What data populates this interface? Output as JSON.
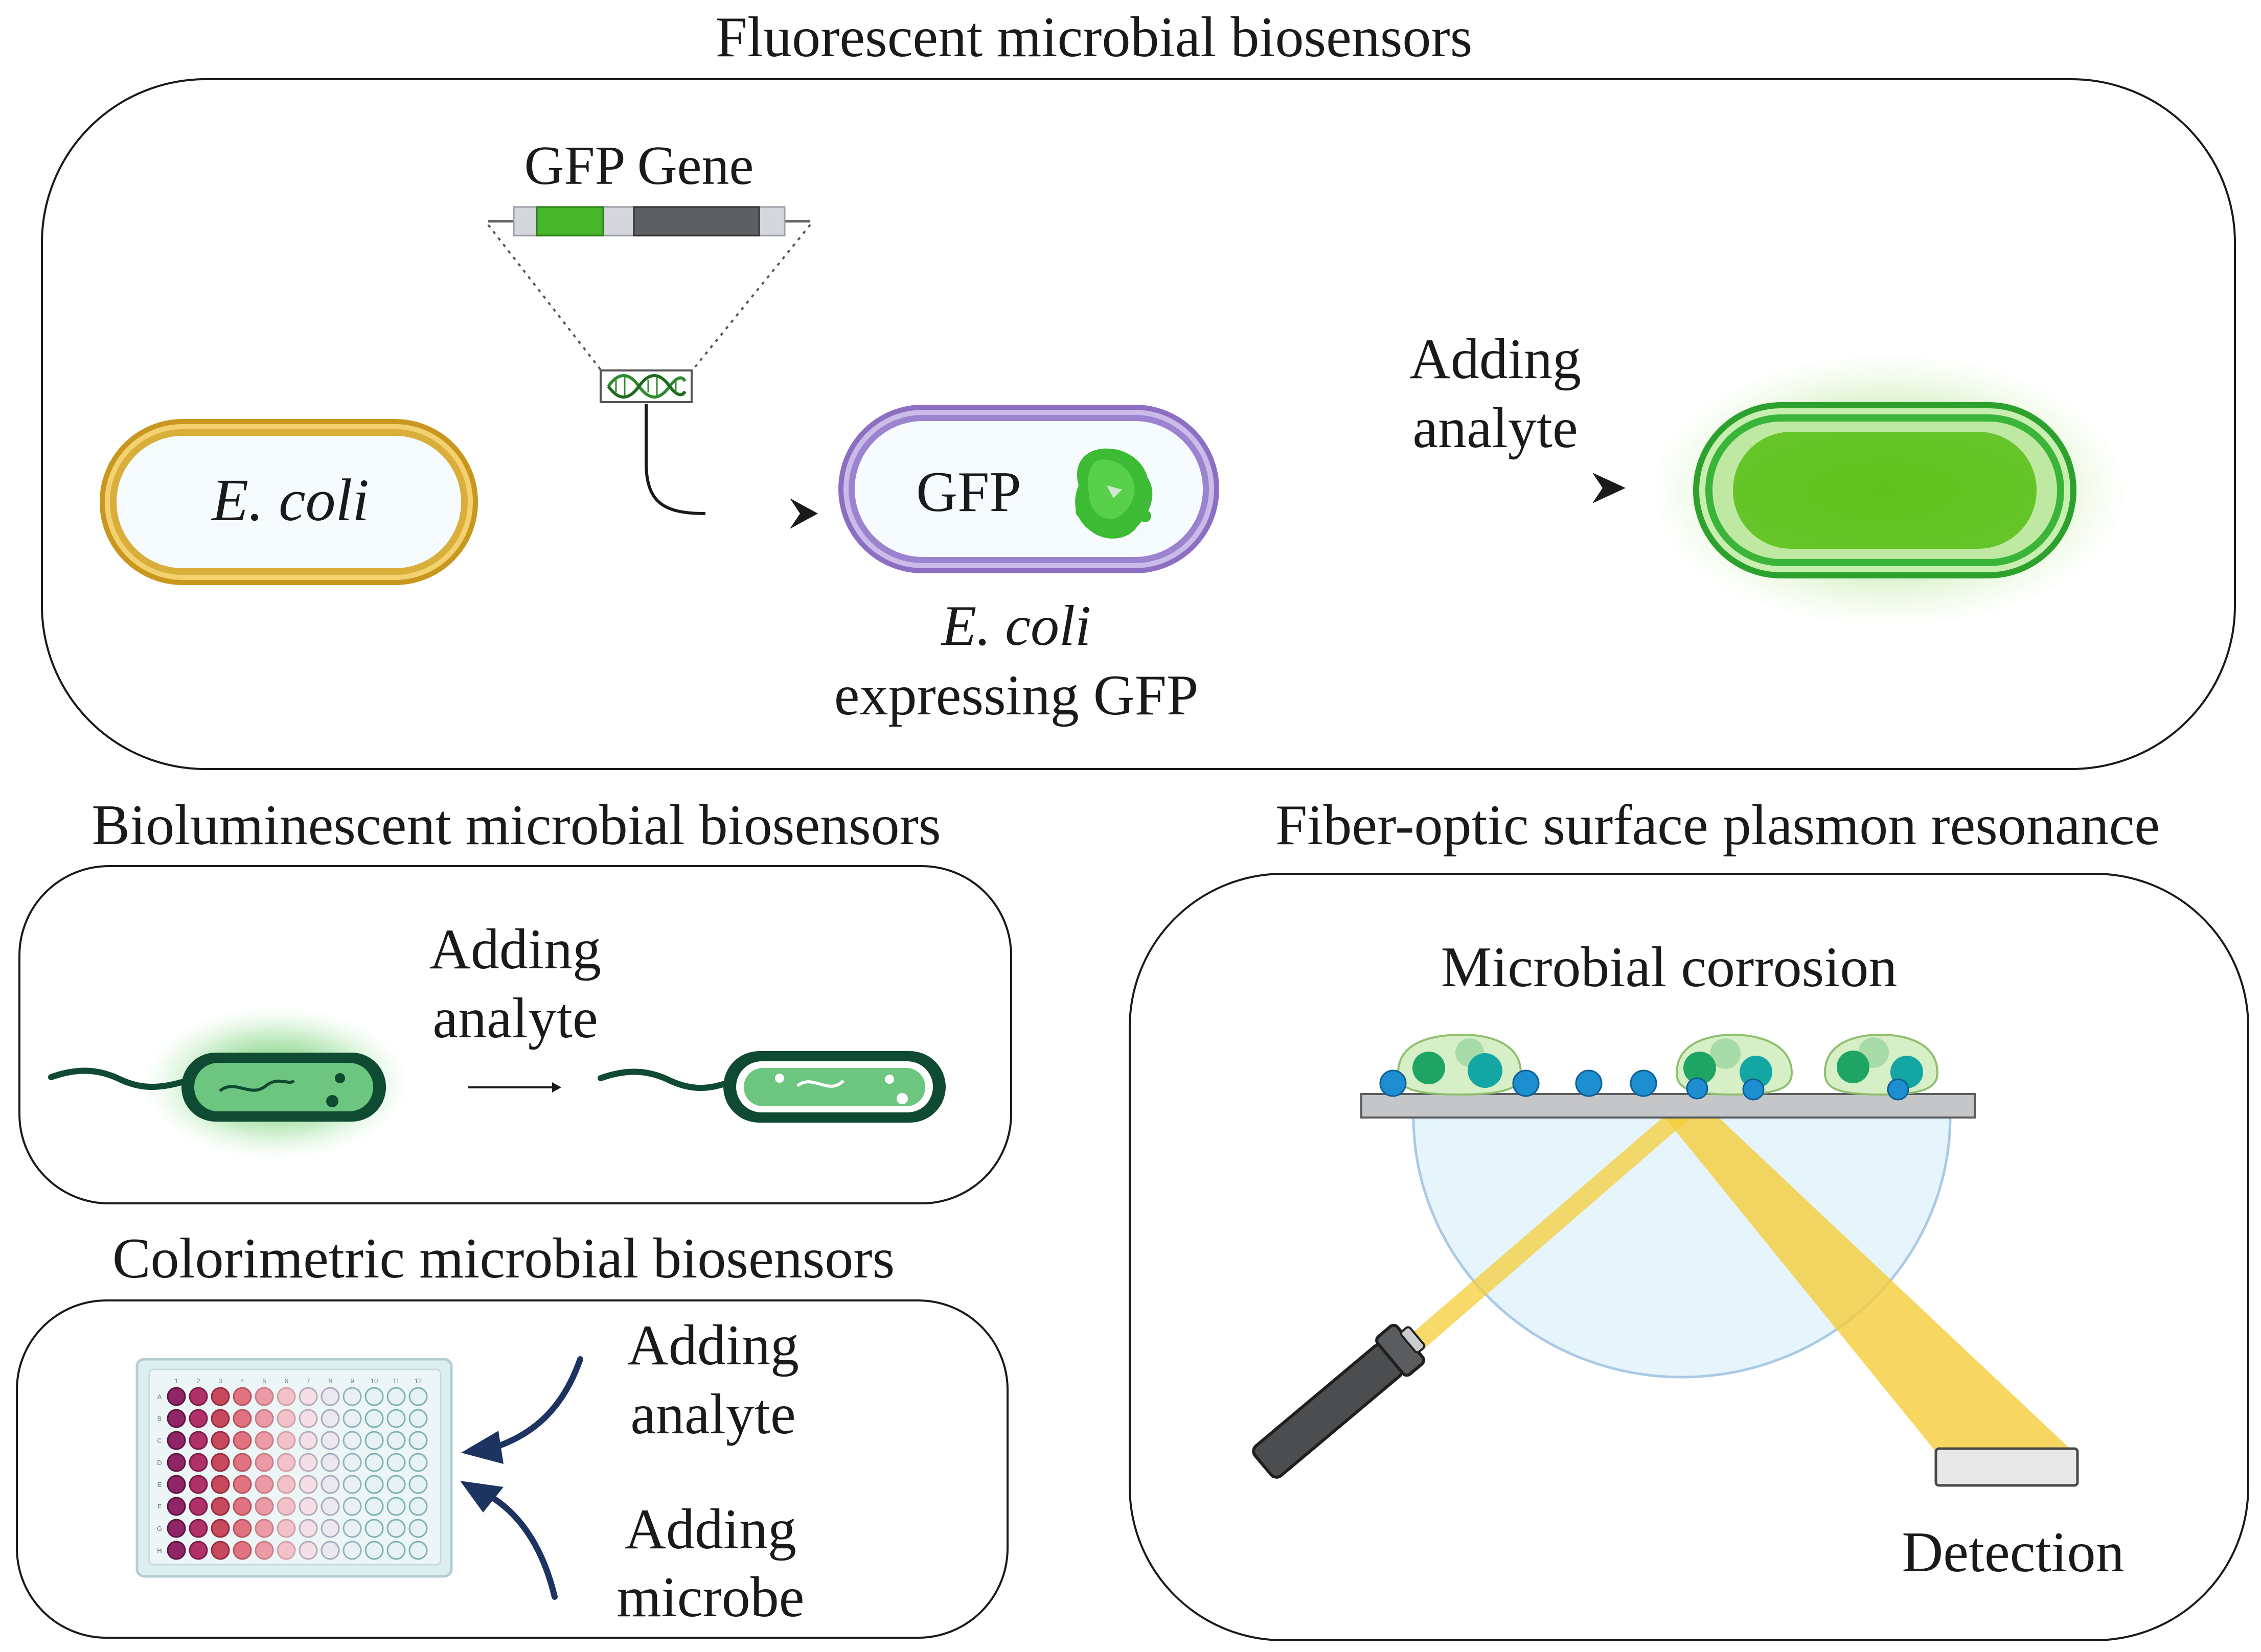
{
  "sections": {
    "fluorescent": {
      "title": "Fluorescent microbial biosensors",
      "gene_label": "GFP Gene",
      "cell_label": "E. coli",
      "gfp_cell_label": "GFP",
      "caption_line1": "E. coli",
      "caption_line2": "expressing GFP",
      "adding_line1": "Adding",
      "adding_line2": "analyte"
    },
    "bioluminescent": {
      "title": "Bioluminescent microbial biosensors",
      "adding_line1": "Adding",
      "adding_line2": "analyte"
    },
    "colorimetric": {
      "title": "Colorimetric microbial biosensors",
      "analyte_line1": "Adding",
      "analyte_line2": "analyte",
      "microbe_line1": "Adding",
      "microbe_line2": "microbe",
      "plate_columns": [
        "1",
        "2",
        "3",
        "4",
        "5",
        "6",
        "7",
        "8",
        "9",
        "10",
        "11",
        "12"
      ],
      "plate_rows": [
        "A",
        "B",
        "C",
        "D",
        "E",
        "F",
        "G",
        "H"
      ]
    },
    "spr": {
      "title": "Fiber-optic surface plasmon resonance",
      "subtitle": "Microbial corrosion",
      "detection_label": "Detection"
    }
  },
  "colors": {
    "gfp_green": "#5cc11d",
    "ecoli_gold": "#d9b13a",
    "gfp_cell_purple": "#a58fd0",
    "bacterium_dark": "#0f4a33",
    "bacterium_fill": "#6cc680",
    "beam_yellow": "#f5cd3a",
    "prism_blue": "#e6f4fb",
    "arrow_navy": "#1d3461"
  }
}
